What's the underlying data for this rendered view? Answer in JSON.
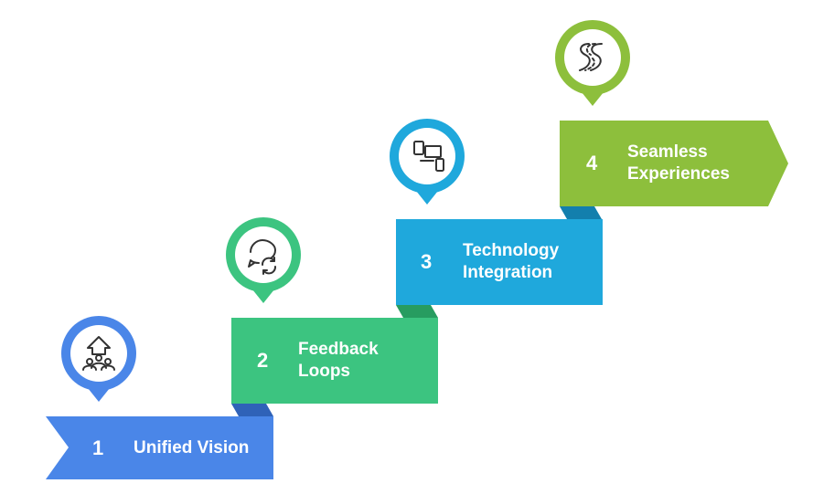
{
  "steps": [
    {
      "number": "1",
      "label_line1": "Unified Vision",
      "label_line2": "",
      "color": "#4a86e8",
      "icon": "team-upward-arrow-icon"
    },
    {
      "number": "2",
      "label_line1": "Feedback",
      "label_line2": "Loops",
      "color": "#3cc480",
      "icon": "chat-refresh-icon"
    },
    {
      "number": "3",
      "label_line1": "Technology",
      "label_line2": "Integration",
      "color": "#1fa8dc",
      "icon": "devices-icon"
    },
    {
      "number": "4",
      "label_line1": "Seamless",
      "label_line2": "Experiences",
      "color": "#8dbf3c",
      "icon": "winding-road-icon"
    }
  ]
}
